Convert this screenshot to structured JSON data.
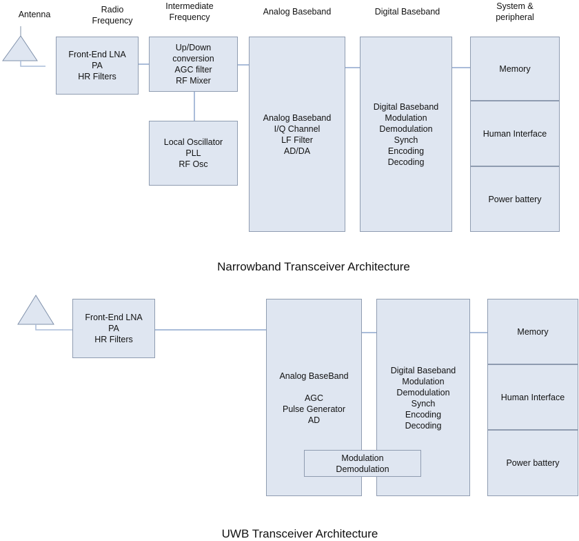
{
  "narrowband": {
    "title": "Narrowband Transceiver Architecture",
    "headers": {
      "antenna": "Antenna",
      "radio_frequency": "Radio\nFrequency",
      "intermediate_frequency": "Intermediate\nFrequency",
      "analog_baseband": "Analog Baseband",
      "digital_baseband": "Digital Baseband",
      "system_peripheral": "System &\nperipheral"
    },
    "blocks": {
      "front_end": "Front-End LNA\nPA\nHR Filters",
      "updown": "Up/Down\nconversion\nAGC filter\nRF Mixer",
      "local_osc": "Local Oscillator\nPLL\nRF Osc",
      "analog_baseband": "Analog Baseband\nI/Q Channel\nLF Filter\nAD/DA",
      "digital_baseband": "Digital Baseband\nModulation\nDemodulation\nSynch\nEncoding\nDecoding",
      "memory": "Memory",
      "human_interface": "Human Interface",
      "power_battery": "Power battery"
    }
  },
  "uwb": {
    "title": "UWB Transceiver Architecture",
    "blocks": {
      "front_end": "Front-End LNA\nPA\nHR Filters",
      "analog_baseband": "Analog BaseBand\n\nAGC\nPulse Generator\nAD",
      "modulation": "Modulation\nDemodulation",
      "digital_baseband": "Digital Baseband\nModulation\nDemodulation\nSynch\nEncoding\nDecoding",
      "memory": "Memory",
      "human_interface": "Human Interface",
      "power_battery": "Power battery"
    }
  },
  "colors": {
    "block_fill": "#dfe6f1",
    "block_border": "#8e9bb0",
    "wire": "#a9bcd9"
  }
}
